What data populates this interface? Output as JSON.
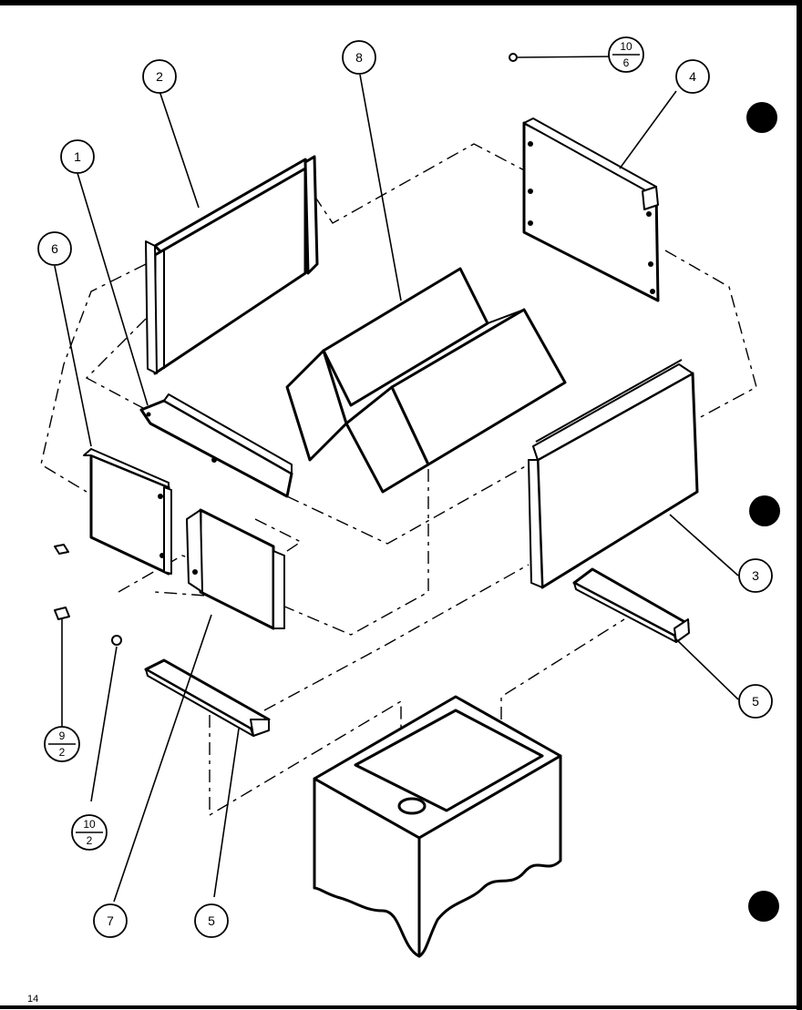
{
  "page_number": "14",
  "callouts": {
    "c1": "1",
    "c2": "2",
    "c3": "3",
    "c4": "4",
    "c5a": "5",
    "c5b": "5",
    "c6": "6",
    "c7": "7",
    "c8": "8"
  },
  "fraction_callouts": {
    "f10_6": {
      "top": "10",
      "bottom": "6"
    },
    "f9_2": {
      "top": "9",
      "bottom": "2"
    },
    "f10_2": {
      "top": "10",
      "bottom": "2"
    }
  }
}
